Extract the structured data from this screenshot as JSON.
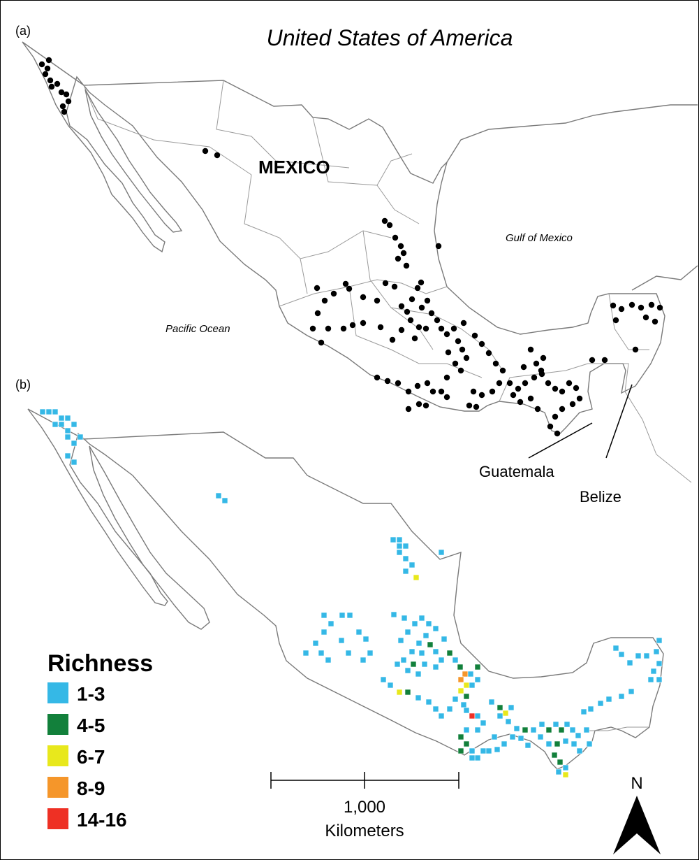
{
  "panel_a": {
    "label": "(a)",
    "title": "United States of America",
    "country_label": "MEXICO",
    "gulf_label": "Gulf of Mexico",
    "ocean_label": "Pacific Ocean",
    "guatemala_label": "Guatemala",
    "belize_label": "Belize"
  },
  "panel_b": {
    "label": "(b)"
  },
  "legend": {
    "title": "Richness",
    "classes": [
      {
        "label": "1-3",
        "color": "#35b8e6"
      },
      {
        "label": "4-5",
        "color": "#12803b"
      },
      {
        "label": "6-7",
        "color": "#e8e81c"
      },
      {
        "label": "8-9",
        "color": "#f5962a"
      },
      {
        "label": "14-16",
        "color": "#ee3024"
      }
    ]
  },
  "scale_bar": {
    "value": "1,000",
    "unit": "Kilometers"
  },
  "north_arrow": {
    "label": "N"
  }
}
